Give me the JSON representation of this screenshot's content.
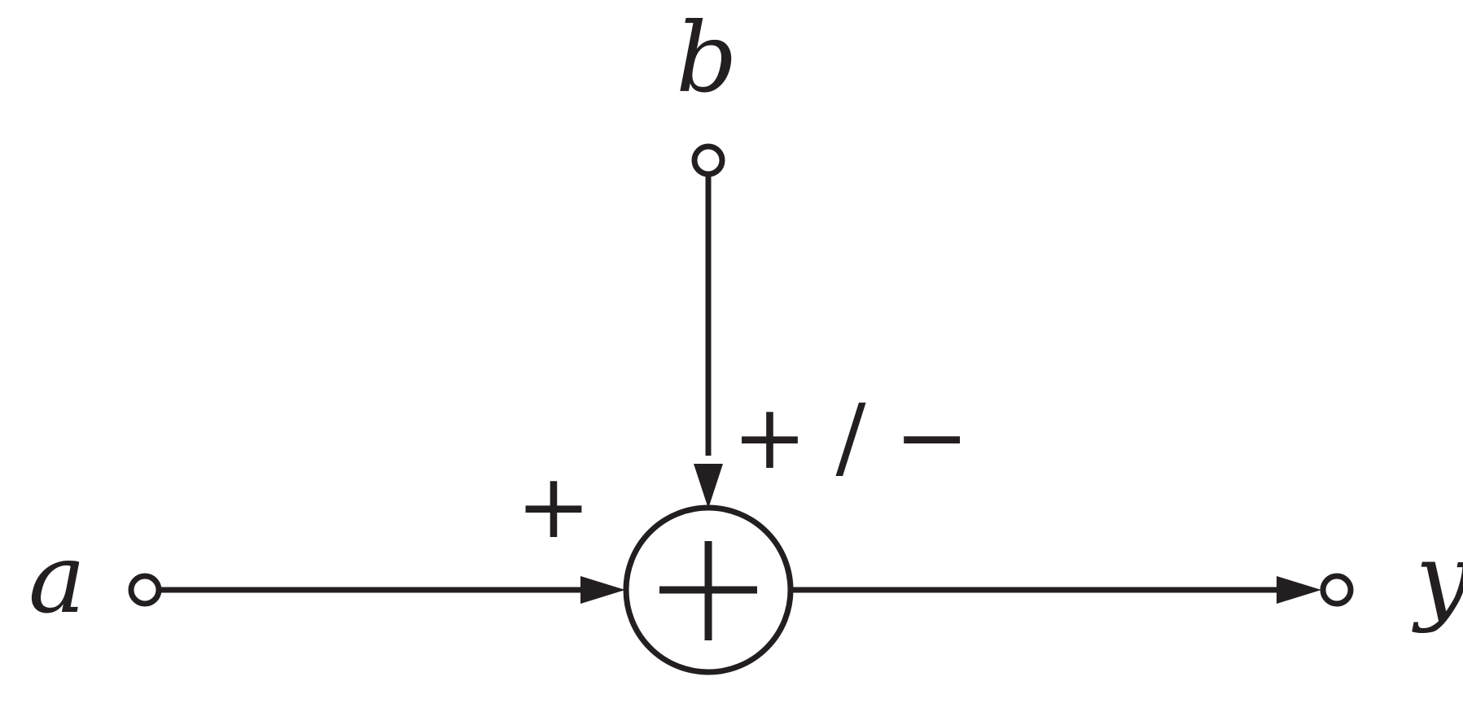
{
  "diagram": {
    "input_a_label": "a",
    "input_b_label": "b",
    "output_label": "y",
    "sign_a": "+",
    "sign_b": "+ / −",
    "summing_symbol": "+",
    "stroke_color": "#231f20",
    "background_color": "#ffffff"
  }
}
